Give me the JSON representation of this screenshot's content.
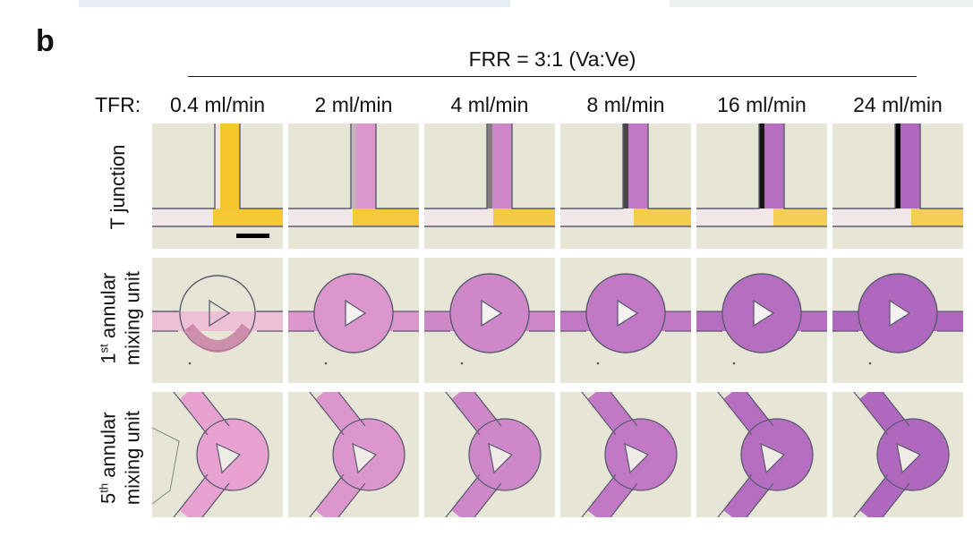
{
  "panel_label": "b",
  "header": "FRR = 3:1 (Va:Ve)",
  "tfr_label": "TFR:",
  "columns": [
    "0.4 ml/min",
    "2 ml/min",
    "4 ml/min",
    "8 ml/min",
    "16 ml/min",
    "24 ml/min"
  ],
  "rows": [
    {
      "label_text": "T junction"
    },
    {
      "line1_base": "1",
      "line1_sup": "st",
      "line1_rest": " annular",
      "line2": "mixing unit"
    },
    {
      "line1_base": "5",
      "line1_sup": "th",
      "line1_rest": " annular",
      "line2": "mixing unit"
    }
  ],
  "colors": {
    "background": "#e7e6d6",
    "yellow_stream": "#f4c62a",
    "pink_mixed": "#e7a2d2",
    "purple_mixed": "#b068bf",
    "channel_edge": "#5a5a6e",
    "scale_bar": "#000000"
  },
  "mixing_levels": [
    0.0,
    0.2,
    0.45,
    0.7,
    0.9,
    1.0
  ]
}
